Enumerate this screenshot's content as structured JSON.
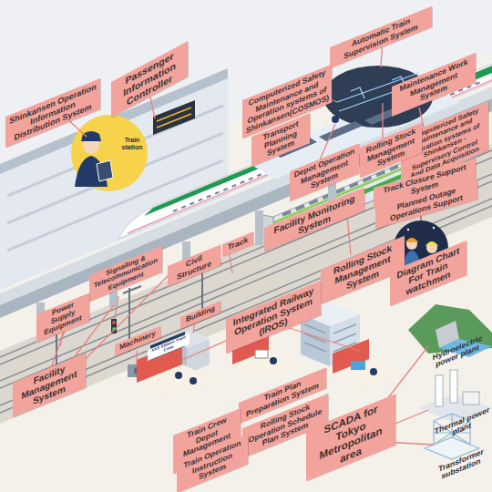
{
  "diagram": {
    "nodes": [
      {
        "text": [
          "Passenger Information Controller"
        ]
      },
      {
        "text": [
          "Shinkansen Operation Information Distribution System"
        ]
      },
      {
        "text": [
          "Computerized Safety Maintenance and Operation systems of Shinkansen(COSMOS)"
        ]
      },
      {
        "text": [
          "Automatic Train Supervision System"
        ]
      },
      {
        "text": [
          "Maintenance Work Management System"
        ]
      },
      {
        "text": [
          "Computerized Safety Maintenance and Operation systems of Shinkansen - Supervisory Control And Data Acquisition"
        ]
      },
      {
        "text": [
          "Transport Planning System"
        ]
      },
      {
        "text": [
          "Depot Operation Management System"
        ]
      },
      {
        "text": [
          "Rolling Stock Management System"
        ]
      },
      {
        "text": [
          "Track Closure Support System"
        ]
      },
      {
        "text": [
          "Planned Outage Operations Support"
        ]
      },
      {
        "text": [
          "Facility Monitoring System"
        ]
      },
      {
        "text": [
          "Rolling Stock Management System"
        ]
      },
      {
        "text": [
          "Diagram Chart For Train watchmen"
        ]
      },
      {
        "text": [
          "Signalling & Telecommunication Equipment"
        ]
      },
      {
        "text": [
          "Civil Structure"
        ]
      },
      {
        "text": [
          "Track"
        ]
      },
      {
        "text": [
          "Power Supply Equipment"
        ]
      },
      {
        "text": [
          "Machinery"
        ]
      },
      {
        "text": [
          "Building"
        ]
      },
      {
        "text": [
          "Integrated Railway Operation System (IROS)"
        ]
      },
      {
        "text": [
          "Facility Management System"
        ]
      },
      {
        "text": [
          "Train Plan Preparation System"
        ]
      },
      {
        "text": [
          "Rolling Stock Operation Schedule Plan System"
        ]
      },
      {
        "text": [
          "SCADA for Tokyo Metropolitan area"
        ]
      },
      {
        "text": [
          "Train Crew Depot Management System"
        ]
      },
      {
        "text": [
          "Train Operation Instruction System"
        ]
      }
    ],
    "labels": [
      "Train station",
      "XXX Station Train Crew",
      "Hydroelectric power plant",
      "Thermal power plant",
      "Transformer substation"
    ]
  }
}
